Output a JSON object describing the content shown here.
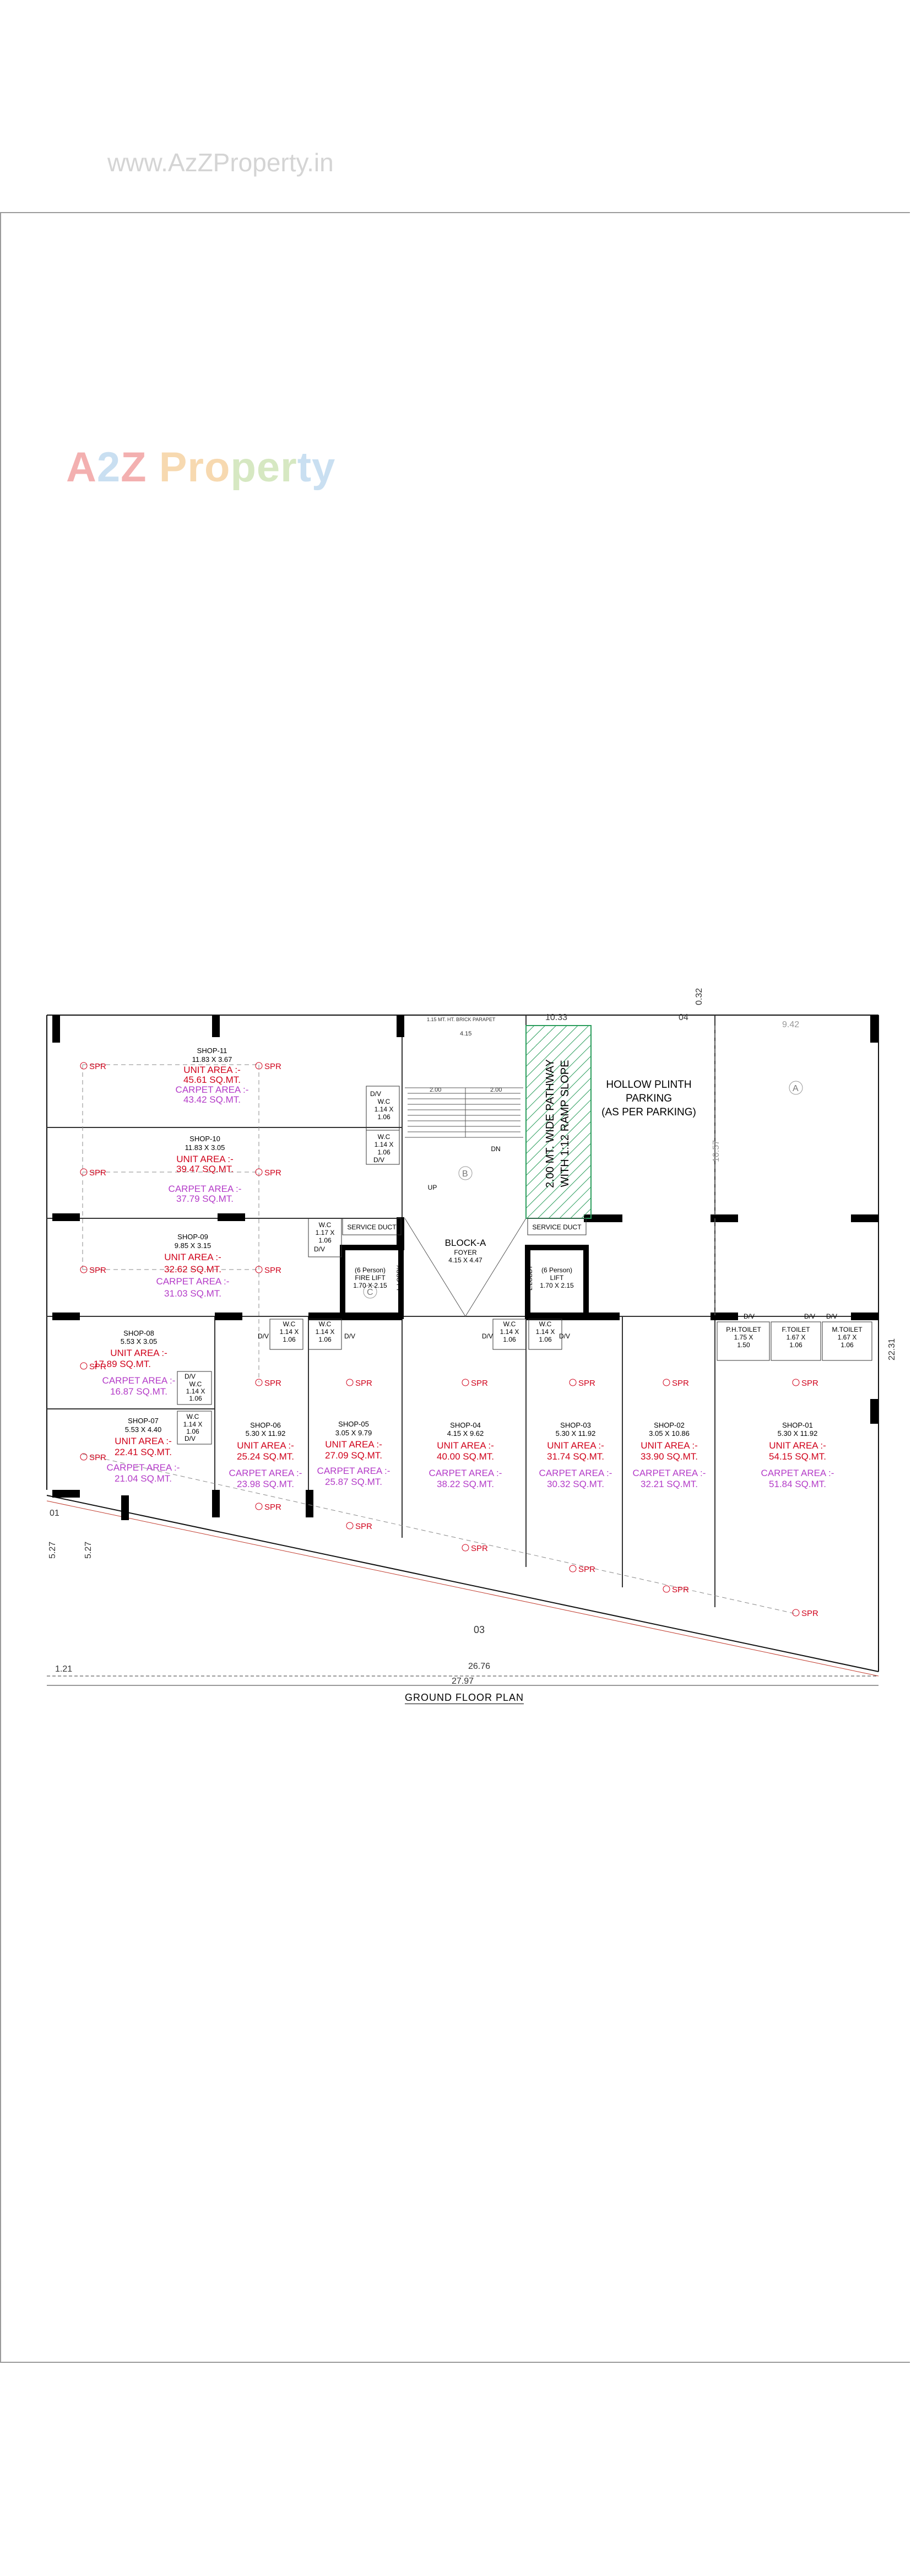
{
  "watermark_url": "www.AzZProperty.in",
  "logo": {
    "text": "A2Z Property"
  },
  "plan_title": "GROUND FLOOR PLAN",
  "dimensions": {
    "overall_width": "27.97",
    "bottom_edge": "26.76",
    "right_height": "22.31",
    "top_span": "10.33",
    "top_right": "9.42",
    "top_label_04": "04",
    "top_offset": "0.32",
    "left_a": "5.27",
    "left_b": "5.27",
    "left_bottom": "1.21",
    "corner_01": "01",
    "center_03": "03",
    "parking_depth": "10.57",
    "stair_a": "4.15",
    "stair_b": "2.00",
    "stair_c": "2.00",
    "parapet": "1.15 MT. HT. BRICK PARAPET"
  },
  "markers": {
    "a": "A",
    "b": "B",
    "c": "C"
  },
  "spr": "SPR",
  "shops": [
    {
      "name": "SHOP-11",
      "size": "11.83 X 3.67",
      "unit_label": "UNIT AREA :-",
      "unit": "45.61 SQ.MT.",
      "carpet_label": "CARPET AREA :-",
      "carpet": "43.42 SQ.MT."
    },
    {
      "name": "SHOP-10",
      "size": "11.83 X 3.05",
      "unit_label": "UNIT AREA :-",
      "unit": "39.47 SQ.MT.",
      "carpet_label": "CARPET AREA :-",
      "carpet": "37.79 SQ.MT."
    },
    {
      "name": "SHOP-09",
      "size": "9.85 X 3.15",
      "unit_label": "UNIT AREA :-",
      "unit": "32.62 SQ.MT.",
      "carpet_label": "CARPET AREA :-",
      "carpet": "31.03 SQ.MT."
    },
    {
      "name": "SHOP-08",
      "size": "5.53 X 3.05",
      "unit_label": "UNIT AREA :-",
      "unit": "17.89 SQ.MT.",
      "carpet_label": "CARPET AREA :-",
      "carpet": "16.87 SQ.MT."
    },
    {
      "name": "SHOP-07",
      "size": "5.53 X 4.40",
      "unit_label": "UNIT AREA :-",
      "unit": "22.41 SQ.MT.",
      "carpet_label": "CARPET AREA :-",
      "carpet": "21.04 SQ.MT."
    },
    {
      "name": "SHOP-06",
      "size": "5.30 X 11.92",
      "unit_label": "UNIT AREA :-",
      "unit": "25.24 SQ.MT.",
      "carpet_label": "CARPET AREA :-",
      "carpet": "23.98 SQ.MT."
    },
    {
      "name": "SHOP-05",
      "size": "3.05 X 9.79",
      "unit_label": "UNIT AREA :-",
      "unit": "27.09 SQ.MT.",
      "carpet_label": "CARPET AREA :-",
      "carpet": "25.87 SQ.MT."
    },
    {
      "name": "SHOP-04",
      "size": "4.15 X 9.62",
      "unit_label": "UNIT AREA :-",
      "unit": "40.00 SQ.MT.",
      "carpet_label": "CARPET AREA :-",
      "carpet": "38.22 SQ.MT."
    },
    {
      "name": "SHOP-03",
      "size": "5.30 X 11.92",
      "unit_label": "UNIT AREA :-",
      "unit": "31.74 SQ.MT.",
      "carpet_label": "CARPET AREA :-",
      "carpet": "30.32 SQ.MT."
    },
    {
      "name": "SHOP-02",
      "size": "3.05 X 10.86",
      "unit_label": "UNIT AREA :-",
      "unit": "33.90 SQ.MT.",
      "carpet_label": "CARPET AREA :-",
      "carpet": "32.21 SQ.MT."
    },
    {
      "name": "SHOP-01",
      "size": "5.30 X 11.92",
      "unit_label": "UNIT AREA :-",
      "unit": "54.15 SQ.MT.",
      "carpet_label": "CARPET AREA :-",
      "carpet": "51.84 SQ.MT."
    }
  ],
  "rooms": {
    "dv": "D/V",
    "wc": "W.C",
    "wc_size": "1.14 X",
    "wc_size2": "1.06",
    "wc_b": "1.17 X",
    "service_duct": "SERVICE DUCT",
    "fire_lift_1": "(6 Person)",
    "fire_lift_2": "FIRE LIFT",
    "fire_lift_3": "1.70 X 2.15",
    "lift_1": "(6 Person)",
    "lift_2": "LIFT",
    "lift_3": "1.70 X 2.15",
    "lobby": "L.LOBBY",
    "block_name": "BLOCK-A",
    "block_sub": "FOYER",
    "block_size": "4.15 X 4.47",
    "up": "UP",
    "dn": "DN",
    "ph_toilet": "P.H.TOILET",
    "ph_size": "1.75 X",
    "ph_size2": "1.50",
    "f_toilet": "F.TOILET",
    "m_toilet": "M.TOILET",
    "toilet_size": "1.67 X",
    "toilet_size2": "1.06"
  },
  "pathway": {
    "line1": "2.00 MT. WIDE PATHWAY",
    "line2": "WITH 1:12 RAMP SLOPE"
  },
  "parking": {
    "line1": "HOLLOW PLINTH",
    "line2": "PARKING",
    "line3": "(AS PER PARKING)"
  },
  "colors": {
    "unit_area": "#d0021b",
    "carpet_area": "#b43cc8",
    "spr": "#d0021b",
    "hatch": "#2a9d5c"
  }
}
